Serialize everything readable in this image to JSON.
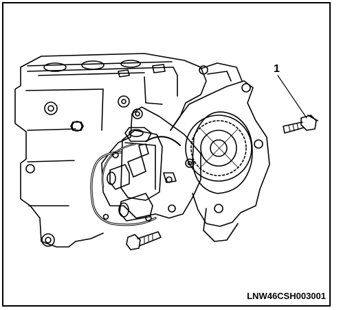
{
  "figure": {
    "callouts": [
      {
        "text": "1",
        "target": "bolt"
      }
    ],
    "figure_code": "LNW46CSH003001"
  },
  "colors": {
    "line": "#000000",
    "background": "#ffffff"
  }
}
